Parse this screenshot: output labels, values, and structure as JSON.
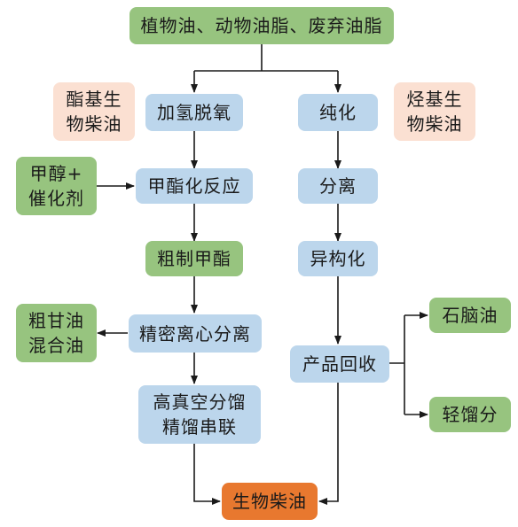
{
  "colors": {
    "green": "#97c47f",
    "blue": "#bcd6ec",
    "pink": "#fbe0d2",
    "orange": "#e8782f",
    "arrow": "#1a1a1a"
  },
  "nodes": {
    "source_oils": "植物油、动物油脂、废弃油脂",
    "ester_biodiesel": "酯基生\n物柴油",
    "hydrocarbon_biodiesel": "烃基生\n物柴油",
    "hydrodeoxygenation": "加氢脱氧",
    "purification": "纯化",
    "methanol_catalyst": "甲醇+\n催化剂",
    "esterification": "甲酯化反应",
    "separation": "分离",
    "crude_methyl_ester": "粗制甲酯",
    "isomerization": "异构化",
    "crude_glycerol": "粗甘油\n混合油",
    "precise_centrifugal_separation": "精密离心分离",
    "product_recovery": "产品回收",
    "naphtha": "石脑油",
    "light_distillate": "轻馏分",
    "vacuum_distillation": "高真空分馏\n精馏串联",
    "biodiesel": "生物柴油"
  }
}
